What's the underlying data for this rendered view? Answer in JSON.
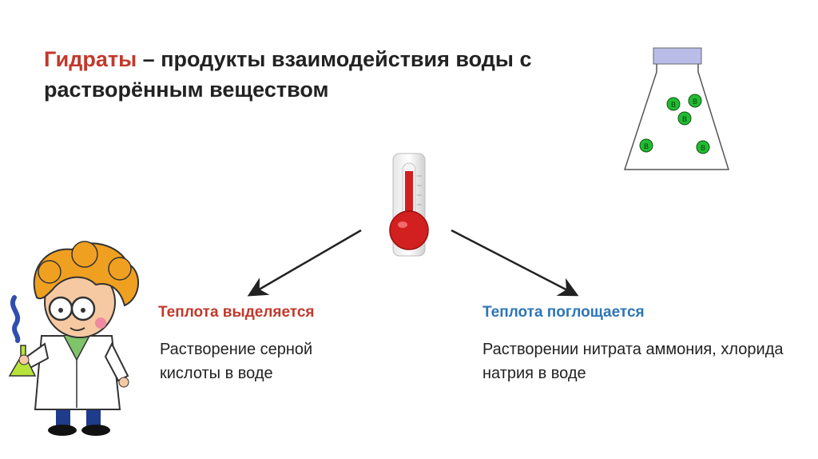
{
  "title": {
    "accent": "Гидраты",
    "rest": " – продукты взаимодействия воды с растворённым веществом"
  },
  "left": {
    "heading": "Теплота выделяется",
    "text": "Растворение серной кислоты в воде"
  },
  "right": {
    "heading": "Теплота поглощается",
    "text": "Растворении нитрата аммония, хлорида натрия в воде"
  },
  "flask": {
    "particle_label": "B"
  },
  "colors": {
    "accent_red": "#c0392b",
    "accent_blue": "#2e75b6",
    "particle_green": "#22bb33"
  }
}
